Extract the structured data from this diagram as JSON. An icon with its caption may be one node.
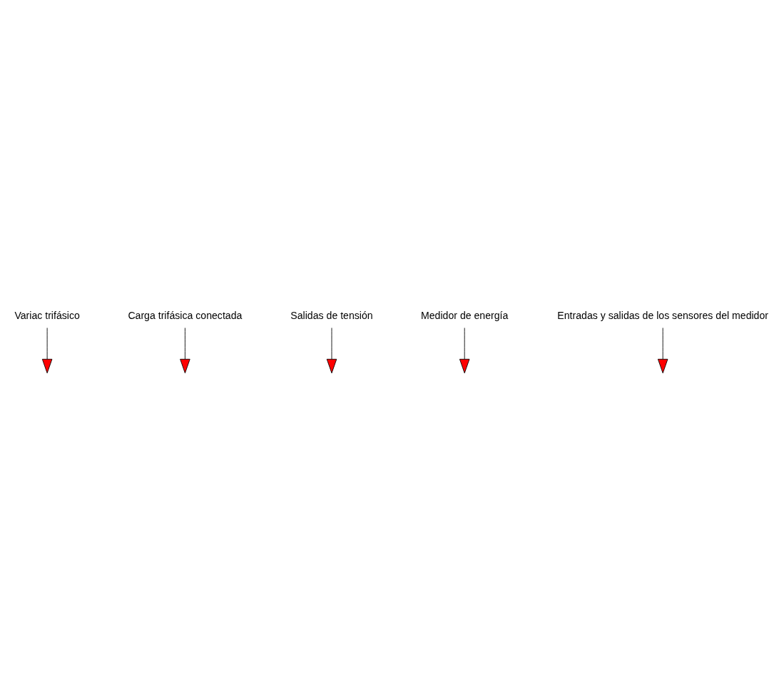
{
  "diagram": {
    "nodes": [
      {
        "text": [
          "Variac trifásico"
        ]
      },
      {
        "text": [
          "Carga trifásica conectada"
        ]
      },
      {
        "text": [
          "Salidas de tensión"
        ]
      },
      {
        "text": [
          "Medidor de energía"
        ]
      },
      {
        "text": [
          "Entradas y salidas de los sensores del medidor"
        ]
      }
    ],
    "edges": [
      {
        "from": 0,
        "to": null,
        "arrow": "to"
      },
      {
        "from": 1,
        "to": null,
        "arrow": "to"
      },
      {
        "from": 2,
        "to": null,
        "arrow": "to"
      },
      {
        "from": 3,
        "to": null,
        "arrow": "to"
      },
      {
        "from": 4,
        "to": null,
        "arrow": "to"
      }
    ]
  }
}
